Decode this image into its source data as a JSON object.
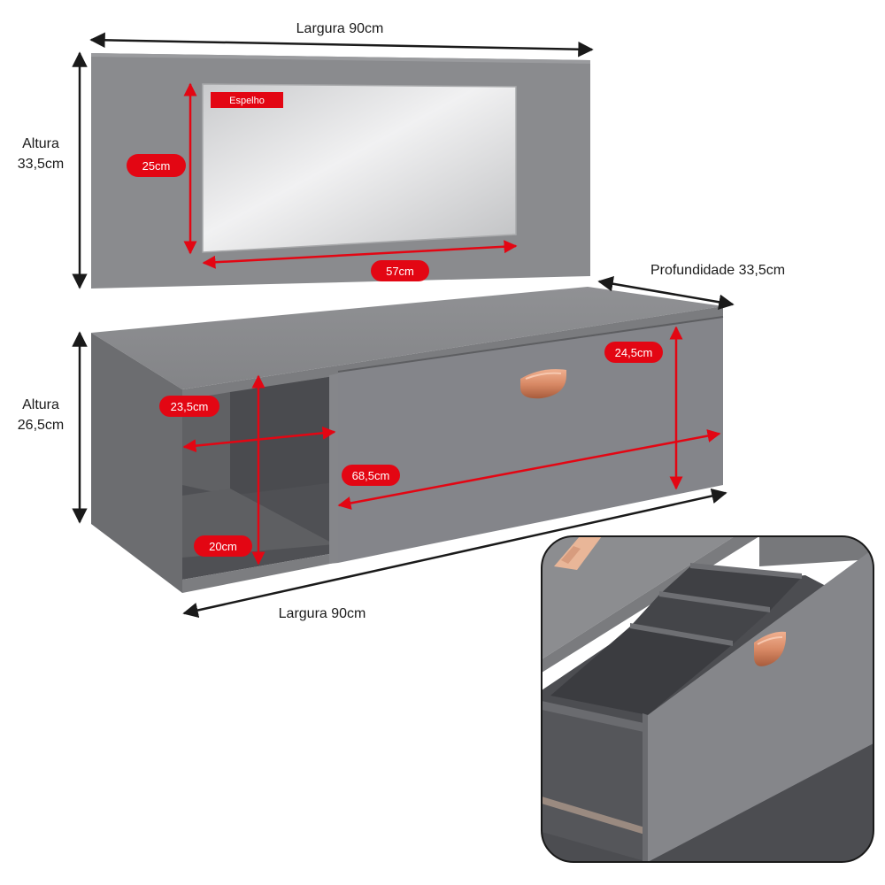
{
  "colors": {
    "cabinet_light": "#8a8b8e",
    "cabinet_mid": "#6f7073",
    "cabinet_dark": "#55565a",
    "mirror": "#d9dadc",
    "accent_red": "#e30613",
    "dimension_line": "#1a1a1a",
    "handle": "#d98a66"
  },
  "panel": {
    "width_label": "Largura 90cm",
    "height_label_line1": "Altura",
    "height_label_line2": "33,5cm"
  },
  "mirror": {
    "tag": "Espelho",
    "height": "25cm",
    "width": "57cm"
  },
  "cabinet": {
    "depth_label": "Profundidade 33,5cm",
    "height_label_line1": "Altura",
    "height_label_line2": "26,5cm",
    "width_label": "Largura 90cm",
    "drawer_height": "24,5cm",
    "niche_width": "23,5cm",
    "drawer_width": "68,5cm",
    "niche_height": "20cm"
  },
  "icons": {
    "handle": "shell-handle-icon",
    "phone": "smartphone-icon"
  }
}
